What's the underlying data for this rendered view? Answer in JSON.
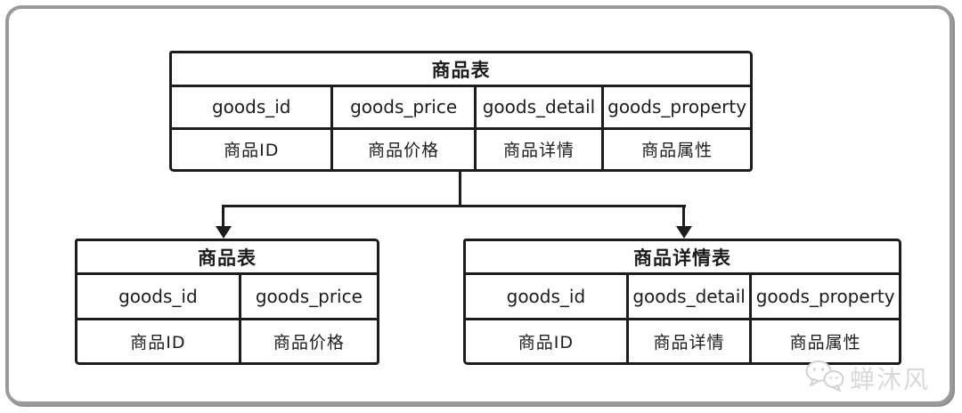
{
  "diagram": {
    "description": "vertical split of goods table",
    "top_table": {
      "title": "商品表",
      "fields": [
        "goods_id",
        "goods_price",
        "goods_detail",
        "goods_property"
      ],
      "labels": [
        "商品ID",
        "商品价格",
        "商品详情",
        "商品属性"
      ]
    },
    "left_table": {
      "title": "商品表",
      "fields": [
        "goods_id",
        "goods_price"
      ],
      "labels": [
        "商品ID",
        "商品价格"
      ]
    },
    "right_table": {
      "title": "商品详情表",
      "fields": [
        "goods_id",
        "goods_detail",
        "goods_property"
      ],
      "labels": [
        "商品ID",
        "商品详情",
        "商品属性"
      ]
    }
  },
  "watermark": {
    "text": "蝉沐风",
    "icon": "wechat-chat-bubbles"
  },
  "colors": {
    "line": "#1c1c1c",
    "frame_border": "#9a9a9a",
    "watermark": "#d9d9d9",
    "background": "#ffffff"
  }
}
